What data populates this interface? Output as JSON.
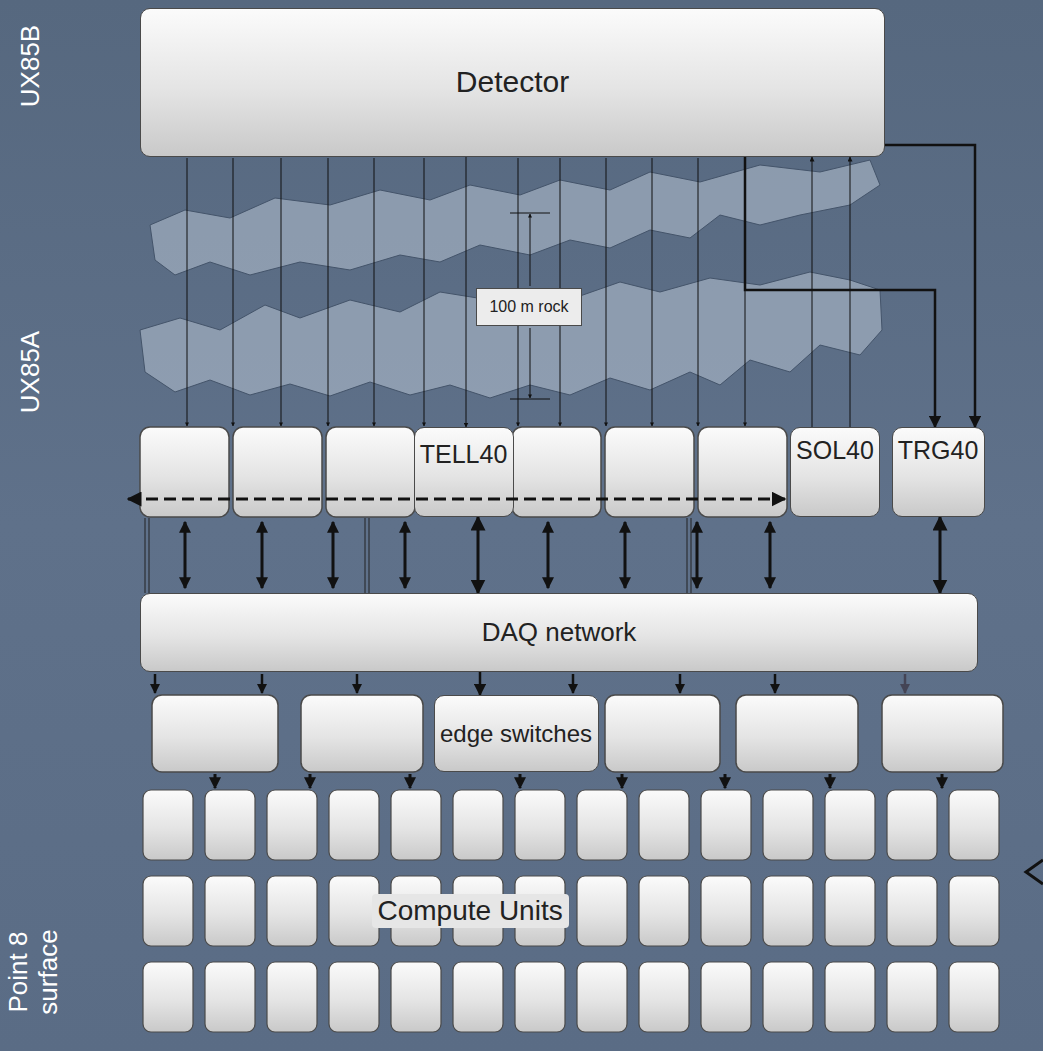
{
  "diagram": {
    "nodes": [
      {
        "text": [
          "Detector"
        ]
      },
      {
        "text": [
          "100 m rock"
        ]
      },
      {
        "text": [
          "TELL40"
        ]
      },
      {
        "text": [
          "SOL40"
        ]
      },
      {
        "text": [
          "TRG40"
        ]
      },
      {
        "text": [
          "DAQ network"
        ]
      },
      {
        "text": [
          "edge switches"
        ]
      }
    ],
    "edges": [
      {
        "from": 0,
        "to": 2,
        "arrow": "to"
      },
      {
        "from": 3,
        "to": 0,
        "arrow": "to"
      },
      {
        "from": 3,
        "to": 0,
        "arrow": "to"
      },
      {
        "from": 0,
        "to": 4,
        "arrow": "to"
      },
      {
        "from": 0,
        "to": 4,
        "arrow": "to"
      },
      {
        "from": 2,
        "to": 5,
        "arrow": "both"
      },
      {
        "from": 4,
        "to": 5,
        "arrow": "both"
      },
      {
        "from": 5,
        "to": 6,
        "arrow": "to"
      }
    ],
    "labels": [
      "UX85B",
      "UX85A",
      "Point 8 surface",
      "Compute Units"
    ]
  }
}
